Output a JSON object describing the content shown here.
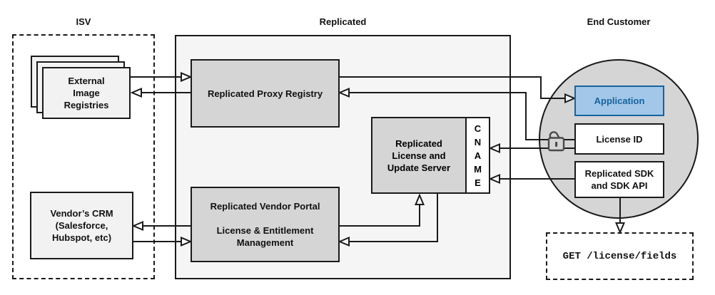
{
  "diagram": {
    "headings": {
      "isv": "ISV",
      "replicated": "Replicated",
      "end_customer": "End Customer"
    },
    "nodes": {
      "external_image_registries": "External\nImage\nRegistries",
      "vendors_crm": "Vendor’s CRM\n(Salesforce,\nHubspot, etc)",
      "proxy_registry": "Replicated Proxy Registry",
      "license_update_server": "Replicated\nLicense and\nUpdate Server",
      "cname": "C\nN\nA\nM\nE",
      "vendor_portal": "Replicated Vendor Portal\n\nLicense & Entitlement\nManagement",
      "application": "Application",
      "license_id": "License ID",
      "replicated_sdk": "Replicated SDK\nand SDK API",
      "get_endpoint": "GET /license/fields"
    },
    "icons": {
      "unlock_icon": "open-padlock"
    },
    "colors": {
      "line": "#1a1a1a",
      "light_fill": "#f2f2f2",
      "panel_fill": "#f5f5f5",
      "gray_fill": "#d5d5d5",
      "blue_fill": "#a2c7e8",
      "blue_border": "#17639f",
      "blue_text": "#17639f",
      "arrowhead_fill": "#ffffff"
    }
  }
}
